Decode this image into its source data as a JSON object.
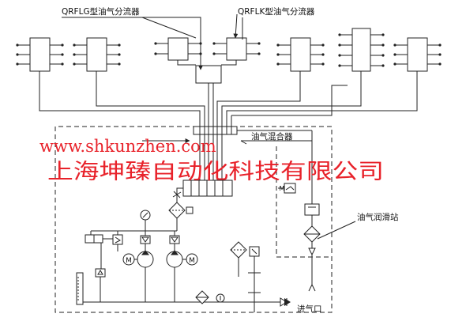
{
  "labels": {
    "qrflg_distributor": "QRFLG型油气分流器",
    "qrflk_distributor": "QRFLK型油气分流器",
    "oil_air_mixer": "油气混合器",
    "oil_air_station": "油气润滑站",
    "air_inlet": "进气口"
  },
  "watermark": {
    "url": "www.shkunzhen.com",
    "company": "上海坤臻自动化科技有限公司"
  },
  "symbols": {
    "motor_letter": "M"
  },
  "colors": {
    "line": "#222222",
    "watermark": "#e8222a",
    "background": "#ffffff"
  }
}
